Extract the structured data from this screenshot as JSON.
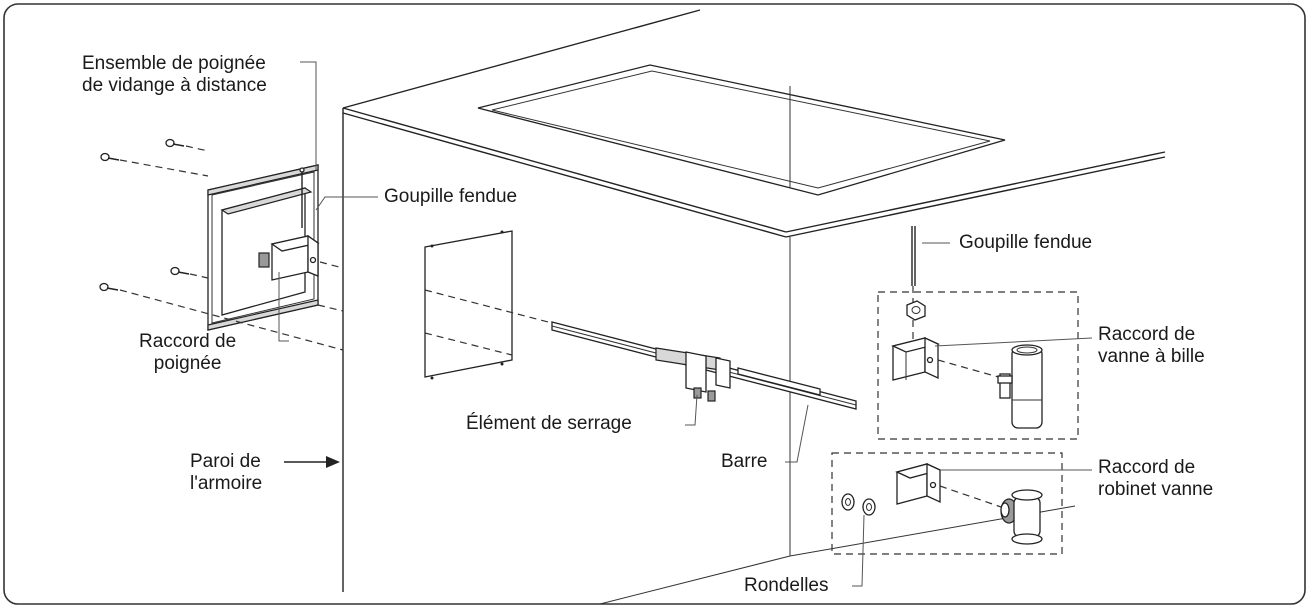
{
  "labels": {
    "remote_drain_handle_assembly": "Ensemble de poignée\nde vidange à distance",
    "cotter_pin_left": "Goupille fendue",
    "cotter_pin_right": "Goupille fendue",
    "handle_coupling": "Raccord de\npoignée",
    "cabinet_wall": "Paroi de\nl'armoire",
    "clamp_element": "Élément de serrage",
    "rod": "Barre",
    "ball_valve_coupling": "Raccord de\nvanne à bille",
    "gate_valve_coupling": "Raccord de\nrobinet vanne",
    "washers": "Rondelles"
  }
}
